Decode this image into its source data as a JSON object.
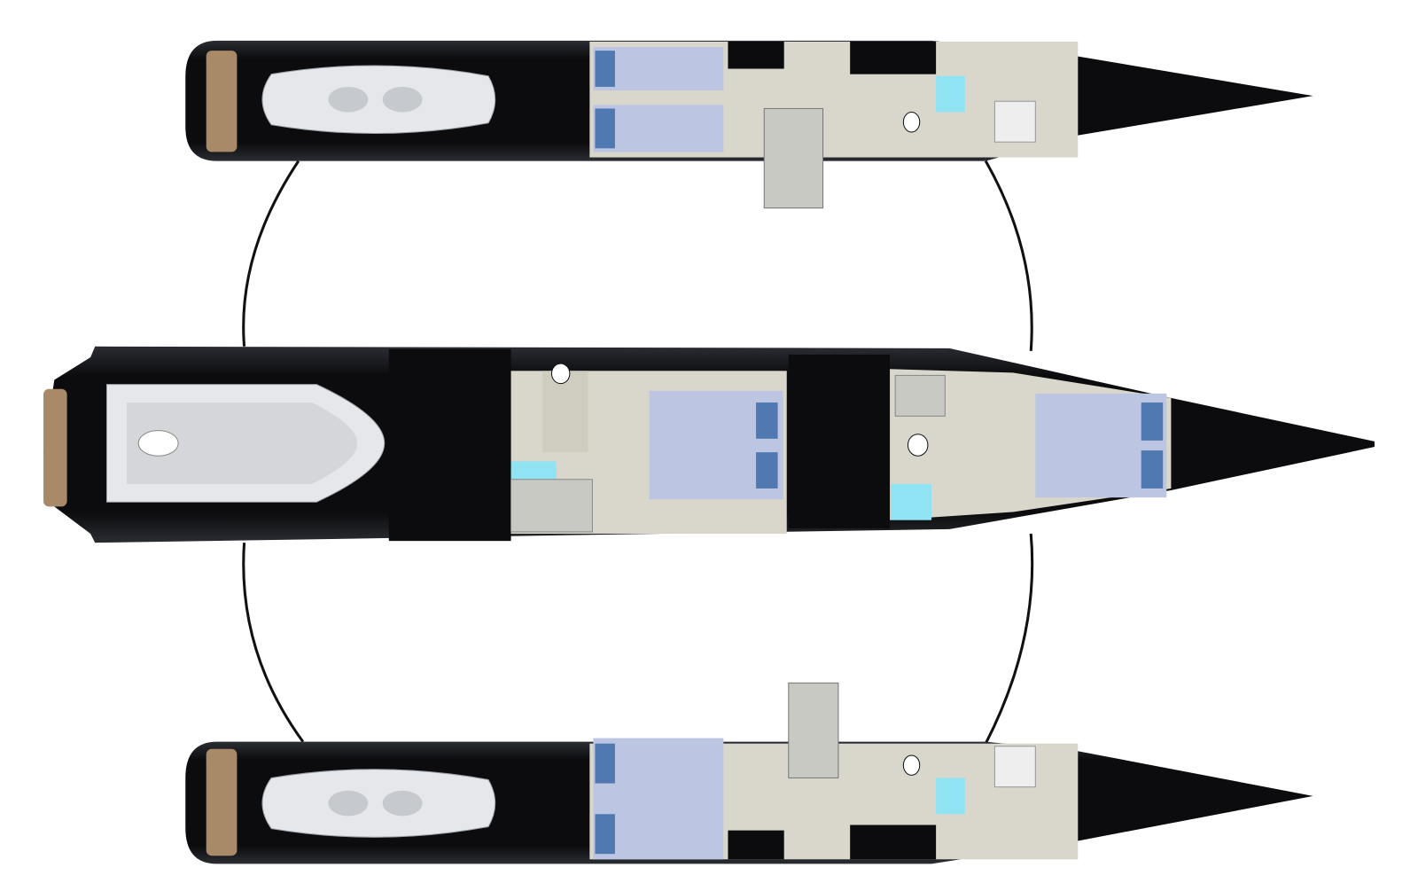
{
  "diagram": {
    "kind": "trimaran-deck-plan",
    "components": [
      "port-ama",
      "main-hull",
      "starboard-ama",
      "crossbeams"
    ],
    "colors": {
      "hull": "#0c0c0e",
      "hull_shade": "#3a3d44",
      "teak": "#a88a68",
      "floor": "#d9d6cb",
      "bed": "#bcc6e2",
      "pillow": "#4f79b0",
      "shower": "#8fe3f2",
      "tender": "#e6e7ea",
      "beam": "#111111",
      "accent_olive": "#b9b58f"
    }
  }
}
